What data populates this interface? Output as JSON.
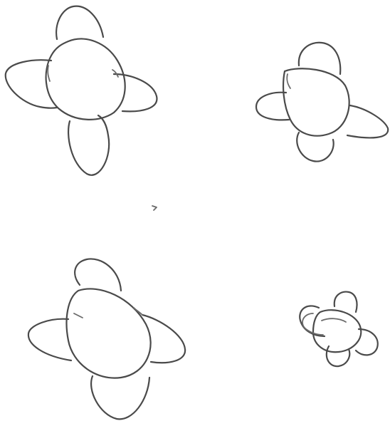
{
  "figures": [
    {
      "name": "large-four-loop-knot-sketch"
    },
    {
      "name": "medium-four-loop-knot-sketch"
    },
    {
      "name": "lower-four-loop-knot-sketch"
    },
    {
      "name": "small-tangled-knot-sketch"
    }
  ],
  "ink_color": "#4a4a4a",
  "background_color": "#ffffff"
}
